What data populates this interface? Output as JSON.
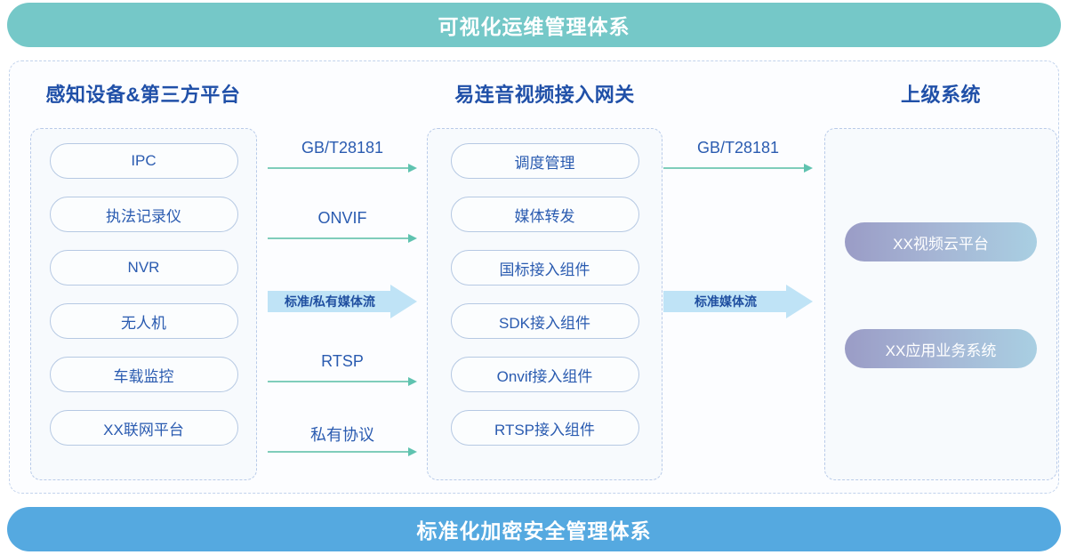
{
  "banners": {
    "top": "可视化运维管理体系",
    "bottom": "标准化加密安全管理体系",
    "top_color": "#75c8c8",
    "bottom_color": "#55a9e0"
  },
  "columns": {
    "left": {
      "title": "感知设备&第三方平台",
      "items": [
        {
          "label": "IPC"
        },
        {
          "label": "执法记录仪"
        },
        {
          "label": "NVR"
        },
        {
          "label": "无人机"
        },
        {
          "label": "车载监控"
        },
        {
          "label": "XX联网平台"
        }
      ]
    },
    "middle": {
      "title": "易连音视频接入网关",
      "items": [
        {
          "label": "调度管理"
        },
        {
          "label": "媒体转发"
        },
        {
          "label": "国标接入组件"
        },
        {
          "label": "SDK接入组件"
        },
        {
          "label": "Onvif接入组件"
        },
        {
          "label": "RTSP接入组件"
        }
      ]
    },
    "right": {
      "title": "上级系统",
      "items": [
        {
          "label": "XX视频云平台"
        },
        {
          "label": "XX应用业务系统"
        }
      ]
    }
  },
  "connectors": {
    "left_to_middle": [
      {
        "label": "GB/T28181",
        "type": "thin"
      },
      {
        "label": "ONVIF",
        "type": "thin"
      },
      {
        "label": "标准/私有媒体流",
        "type": "block"
      },
      {
        "label": "RTSP",
        "type": "thin"
      },
      {
        "label": "私有协议",
        "type": "thin"
      }
    ],
    "middle_to_right": [
      {
        "label": "GB/T28181",
        "type": "thin"
      },
      {
        "label": "标准媒体流",
        "type": "block"
      }
    ]
  },
  "colors": {
    "arrow_line": "#7fcdbb",
    "block_arrow": "#bfe3f6",
    "title_blue": "#2050a8",
    "pill_text": "#2a5bb0",
    "platform_gradient_start": "#9a9cc6",
    "platform_gradient_end": "#a9cfe2"
  }
}
